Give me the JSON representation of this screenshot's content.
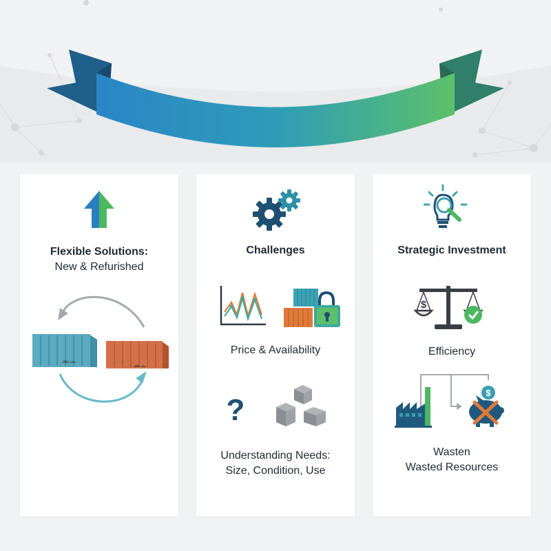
{
  "colors": {
    "background": "#f1f2f3",
    "card": "#ffffff",
    "banner_start": "#2a7fc0",
    "banner_end": "#4cb86a",
    "banner_tail": "#1f5f8a",
    "navy_icon": "#1f5a7e",
    "teal_icon": "#3a9fb0",
    "green_icon": "#4cb860"
  },
  "columns": [
    {
      "icon": "up-arrow-icon",
      "title": {
        "line1": "Flexible Solutions:",
        "line2": "New & Refurished"
      },
      "illustration": "containers-cycle-illustration"
    },
    {
      "icon": "gears-icon",
      "title": "Challenges",
      "items": [
        {
          "icons": [
            "line-chart-icon",
            "container-lock-icon"
          ],
          "label": "Price & Availability"
        },
        {
          "icons": [
            "question-mark-icon",
            "boxes-icon"
          ],
          "label_line1": "Understanding Needs:",
          "label_line2": "Size, Condition, Use"
        }
      ]
    },
    {
      "icon": "lightbulb-search-icon",
      "title": "Strategic Investment",
      "items": [
        {
          "icons": [
            "balance-scale-icon"
          ],
          "label": "Efficiency"
        },
        {
          "icons": [
            "factory-piggy-bank-icon"
          ],
          "label_line1": "Wasten",
          "label_line2": "Wasted Resources"
        }
      ]
    }
  ]
}
